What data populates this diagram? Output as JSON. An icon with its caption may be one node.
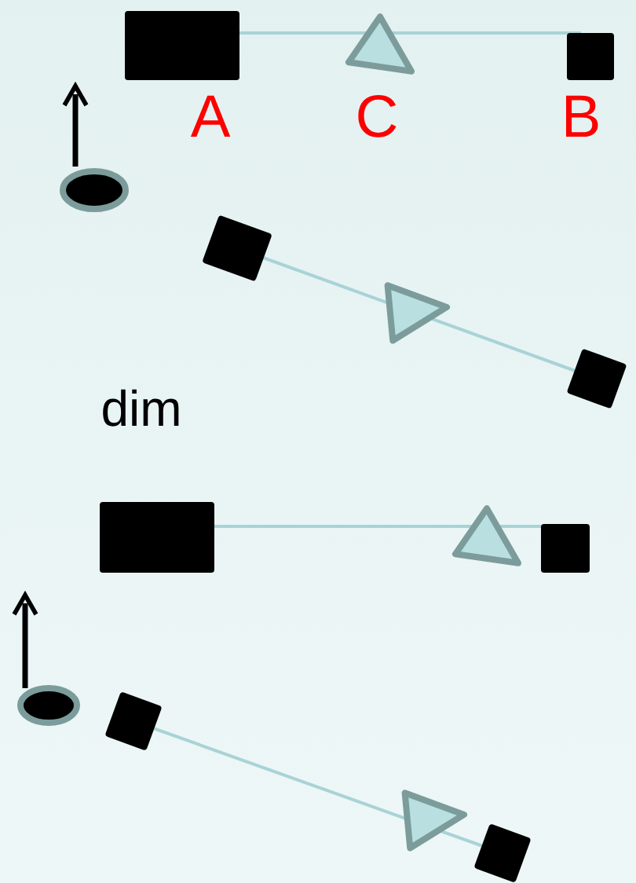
{
  "diagram": {
    "labels": [
      "A",
      "C",
      "B",
      "dim"
    ]
  }
}
